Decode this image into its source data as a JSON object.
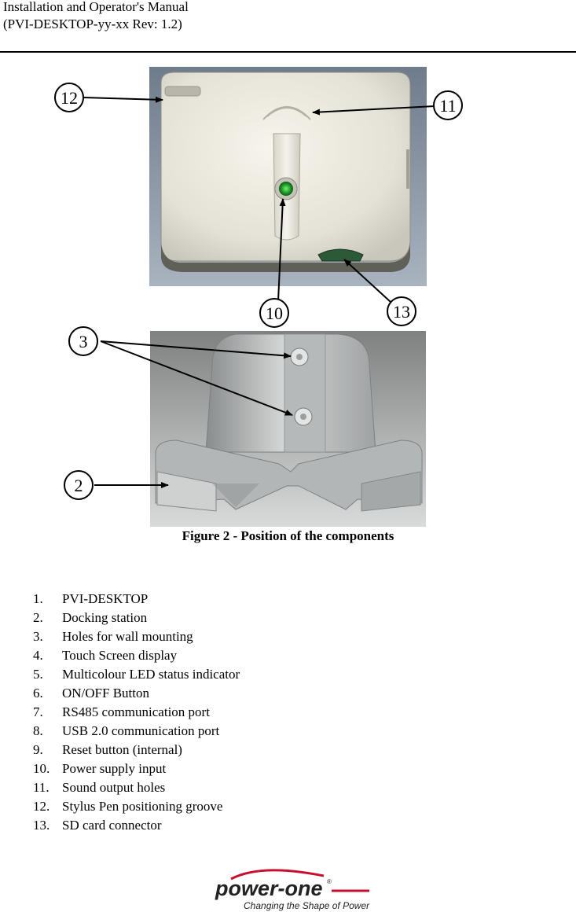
{
  "header": {
    "line1": "Installation and Operator's Manual",
    "line2": "(PVI-DESKTOP-yy-xx  Rev: 1.2)"
  },
  "figure": {
    "callouts": {
      "c12": "12",
      "c11": "11",
      "c10": "10",
      "c13": "13",
      "c3": "3",
      "c2": "2"
    },
    "caption": "Figure 2 - Position of the components"
  },
  "components": [
    {
      "num": "1.",
      "label": "PVI-DESKTOP"
    },
    {
      "num": "2.",
      "label": "Docking station"
    },
    {
      "num": "3.",
      "label": "Holes for wall mounting"
    },
    {
      "num": "4.",
      "label": "Touch Screen display"
    },
    {
      "num": "5.",
      "label": "Multicolour LED status indicator"
    },
    {
      "num": "6.",
      "label": "ON/OFF Button"
    },
    {
      "num": "7.",
      "label": "RS485 communication port"
    },
    {
      "num": "8.",
      "label": "USB 2.0 communication port"
    },
    {
      "num": "9.",
      "label": "Reset button (internal)"
    },
    {
      "num": "10.",
      "label": "Power supply input"
    },
    {
      "num": "11.",
      "label": "Sound output holes"
    },
    {
      "num": "12.",
      "label": "Stylus Pen positioning groove"
    },
    {
      "num": "13.",
      "label": "SD card connector"
    }
  ],
  "logo": {
    "brand": "power-one",
    "registered": "®",
    "tagline": "Changing the Shape of Power",
    "accent_color": "#c8102e"
  }
}
